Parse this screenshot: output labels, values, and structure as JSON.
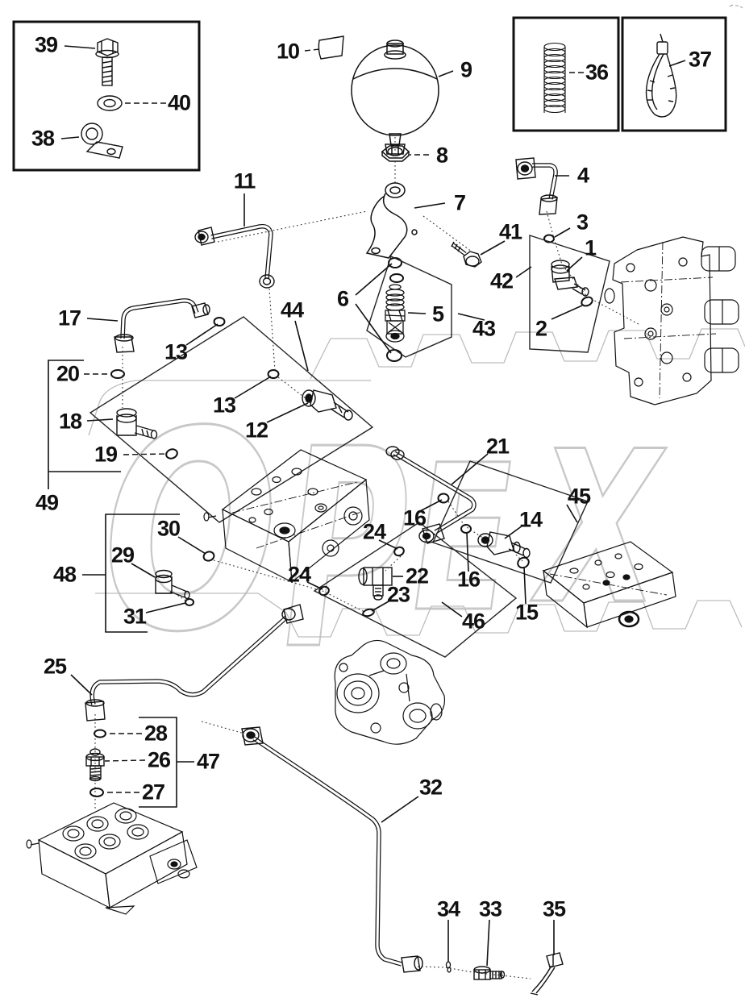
{
  "watermark": {
    "o": "O",
    "p": "P",
    "e": "E",
    "x": "X"
  },
  "colors": {
    "line": "#111111",
    "watermark": "#c8c8c8",
    "gear": "#bdbdbd"
  },
  "callouts": {
    "c1": "1",
    "c2": "2",
    "c3": "3",
    "c4": "4",
    "c5": "5",
    "c6": "6",
    "c7": "7",
    "c8": "8",
    "c9": "9",
    "c10": "10",
    "c11": "11",
    "c12": "12",
    "c13a": "13",
    "c13b": "13",
    "c14": "14",
    "c15": "15",
    "c16a": "16",
    "c16b": "16",
    "c17": "17",
    "c18": "18",
    "c19": "19",
    "c20": "20",
    "c21": "21",
    "c22": "22",
    "c23": "23",
    "c24a": "24",
    "c24b": "24",
    "c25": "25",
    "c26": "26",
    "c27": "27",
    "c28": "28",
    "c29": "29",
    "c30": "30",
    "c31": "31",
    "c32": "32",
    "c33": "33",
    "c34": "34",
    "c35": "35",
    "c36": "36",
    "c37": "37",
    "c38": "38",
    "c39": "39",
    "c40": "40",
    "c41": "41",
    "c42": "42",
    "c43": "43",
    "c44": "44",
    "c45": "45",
    "c46": "46",
    "c47": "47",
    "c48": "48",
    "c49": "49"
  }
}
